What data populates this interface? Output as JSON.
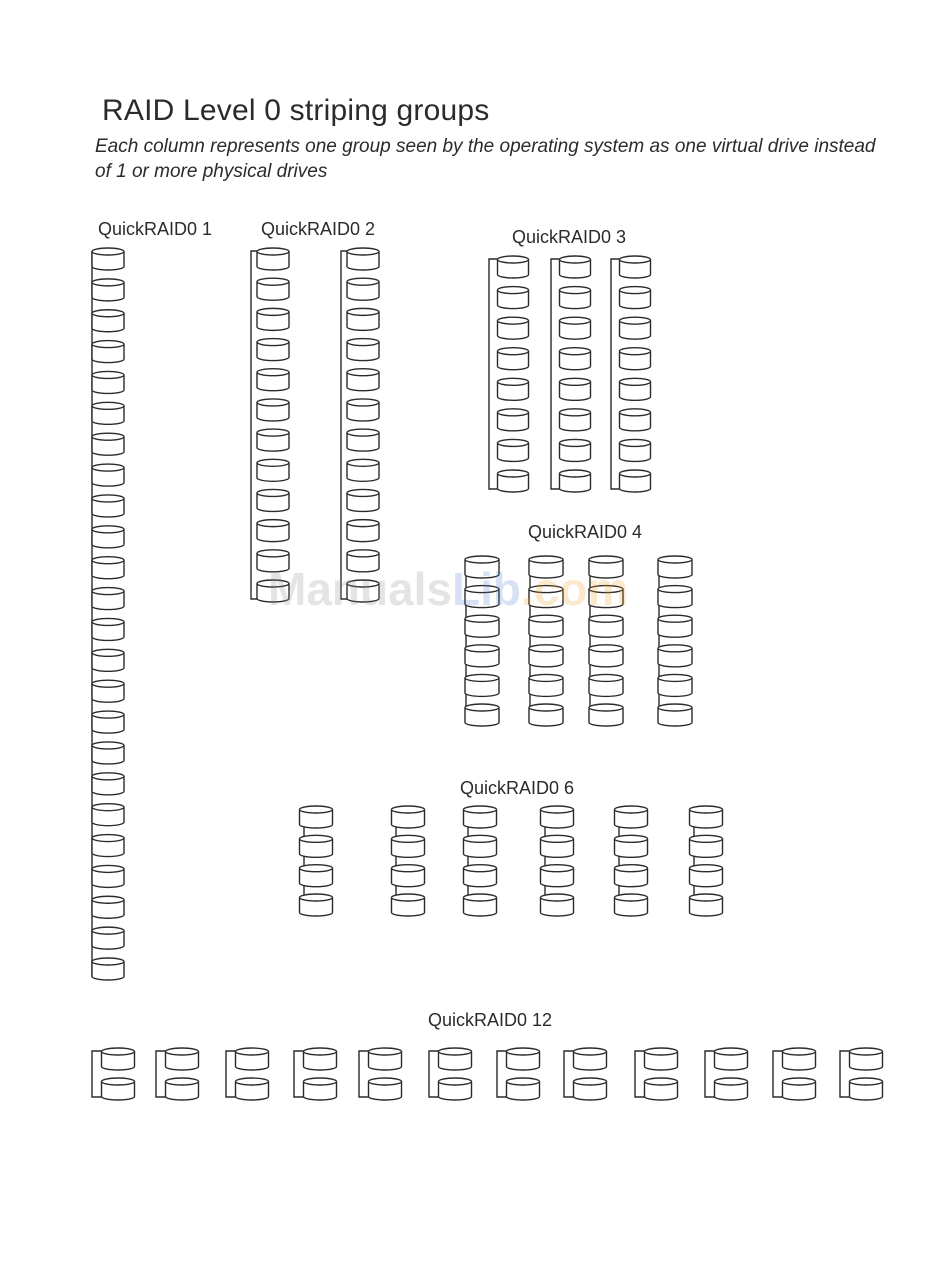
{
  "title": "RAID Level 0 striping groups",
  "subtitle": "Each column represents one group seen by the operating system as one virtual drive instead of 1 or more physical drives",
  "groups": [
    {
      "label": "QuickRAID0 1",
      "columns": 1,
      "drives_per_column": 24
    },
    {
      "label": "QuickRAID0 2",
      "columns": 2,
      "drives_per_column": 12
    },
    {
      "label": "QuickRAID0 3",
      "columns": 3,
      "drives_per_column": 8
    },
    {
      "label": "QuickRAID0 4",
      "columns": 4,
      "drives_per_column": 6
    },
    {
      "label": "QuickRAID0 6",
      "columns": 6,
      "drives_per_column": 4
    },
    {
      "label": "QuickRAID0 12",
      "columns": 12,
      "drives_per_column": 2
    }
  ],
  "watermark": {
    "part1": "Manuals",
    "part2": "Lib",
    "part3": ".com"
  },
  "colors": {
    "ink": "#2b2b2b",
    "background": "#ffffff"
  }
}
